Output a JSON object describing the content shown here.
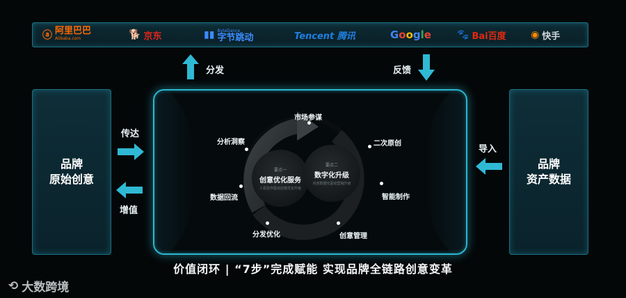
{
  "partners": [
    {
      "name": "阿里巴巴",
      "sub": "Alibaba.com",
      "icon": "alibaba-logo-icon",
      "color": "#ff6a00"
    },
    {
      "name": "京东",
      "icon": "jd-dog-logo-icon",
      "color": "#e1251b"
    },
    {
      "name": "字节跳动",
      "sub": "ByteDance",
      "icon": "bytedance-logo-icon",
      "color": "#3c8cff"
    },
    {
      "name": "Tencent 腾讯",
      "icon": "tencent-logo-icon",
      "color": "#1f7fe0"
    },
    {
      "name": "Google",
      "icon": "google-logo-icon",
      "color": "#4285f4"
    },
    {
      "name": "Bai百度",
      "icon": "baidu-paw-logo-icon",
      "color": "#de2910"
    },
    {
      "name": "快手",
      "icon": "kuaishou-logo-icon",
      "color": "#ff8a00"
    }
  ],
  "left_box": {
    "line1": "品牌",
    "line2": "原始创意"
  },
  "right_box": {
    "line1": "品牌",
    "line2": "资产数据"
  },
  "arrows": {
    "distribute": "分发",
    "feedback": "反馈",
    "convey": "传达",
    "appreciate": "增值",
    "import": "导入"
  },
  "cycle_steps": {
    "market": "市场参谋",
    "original": "二次原创",
    "smart_make": "智能制作",
    "creative_mgmt": "创意管理",
    "distribute_opt": "分发优化",
    "data_reflow": "数据回流",
    "insight": "分析洞察"
  },
  "inner_circles": [
    {
      "tag": "要点一",
      "title": "创意优化服务",
      "sub": "人机协作驱动创意优化升级"
    },
    {
      "tag": "要点二",
      "title": "数字化升级",
      "sub": "内容数据化驱动营销升级"
    }
  ],
  "slogan": "价值闭环 | “7步”完成赋能  实现品牌全链路创意变革",
  "watermark": "大数跨境"
}
